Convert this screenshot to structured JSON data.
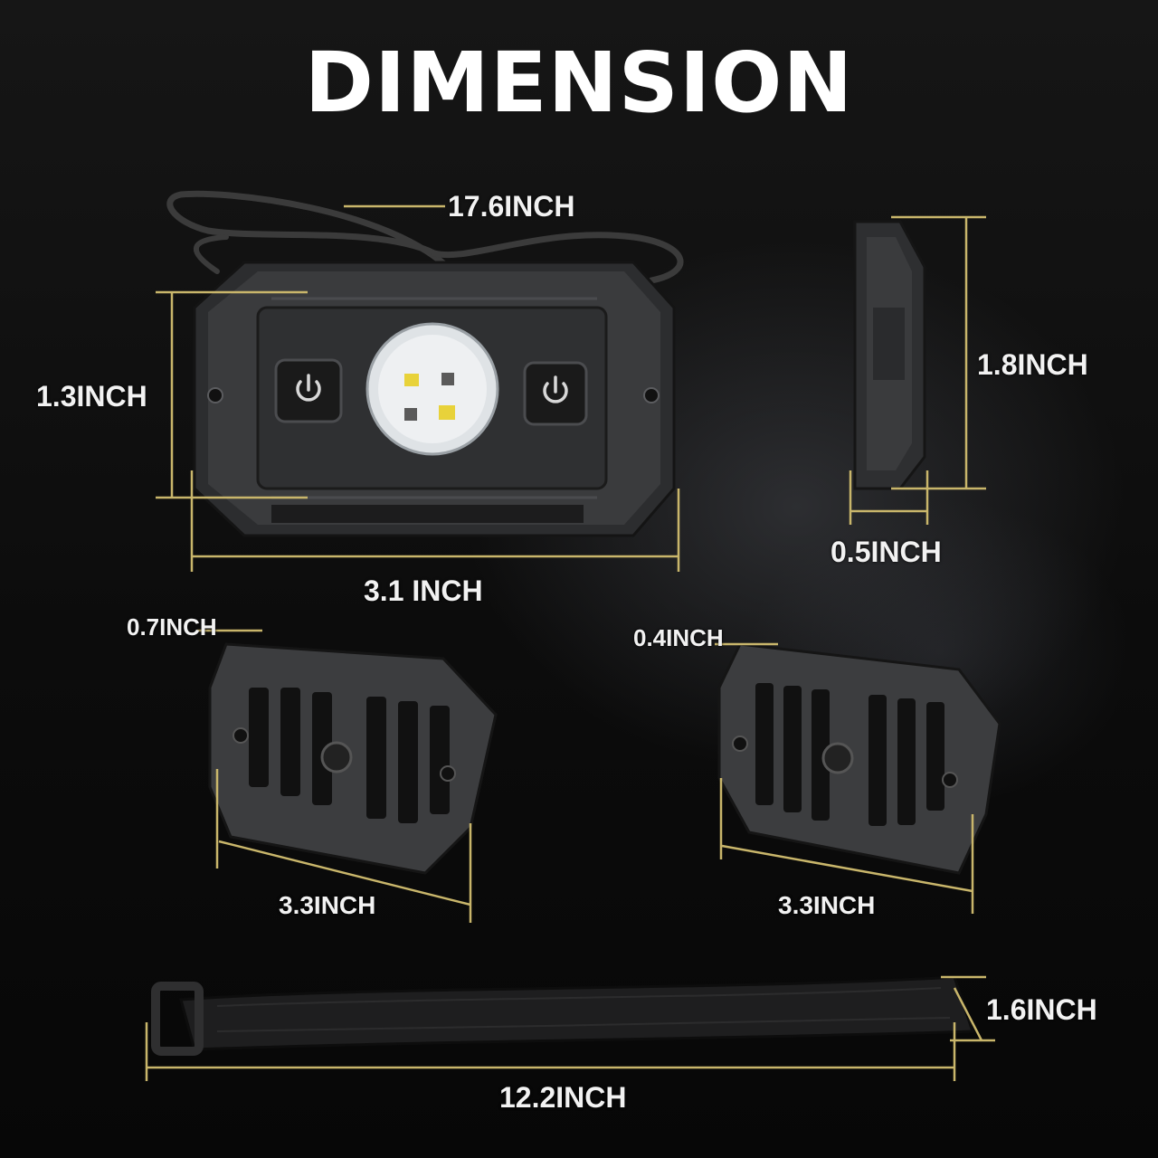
{
  "title": "DIMENSION",
  "dimensions": {
    "cable_length": "17.6INCH",
    "light_height": "1.3INCH",
    "light_width": "3.1 INCH",
    "side_height": "1.8INCH",
    "side_depth": "0.5INCH",
    "bracket1_thickness": "0.7INCH",
    "bracket1_length": "3.3INCH",
    "bracket2_thickness": "0.4INCH",
    "bracket2_length": "3.3INCH",
    "strap_width": "1.6INCH",
    "strap_length": "12.2INCH"
  },
  "colors": {
    "dimension_line": "#c9b66b",
    "housing": "#3a3b3d",
    "led_white": "#e9ecef",
    "led_yellow": "#e8d23a"
  },
  "icons": [
    "power-button-icon",
    "power-button-icon"
  ]
}
